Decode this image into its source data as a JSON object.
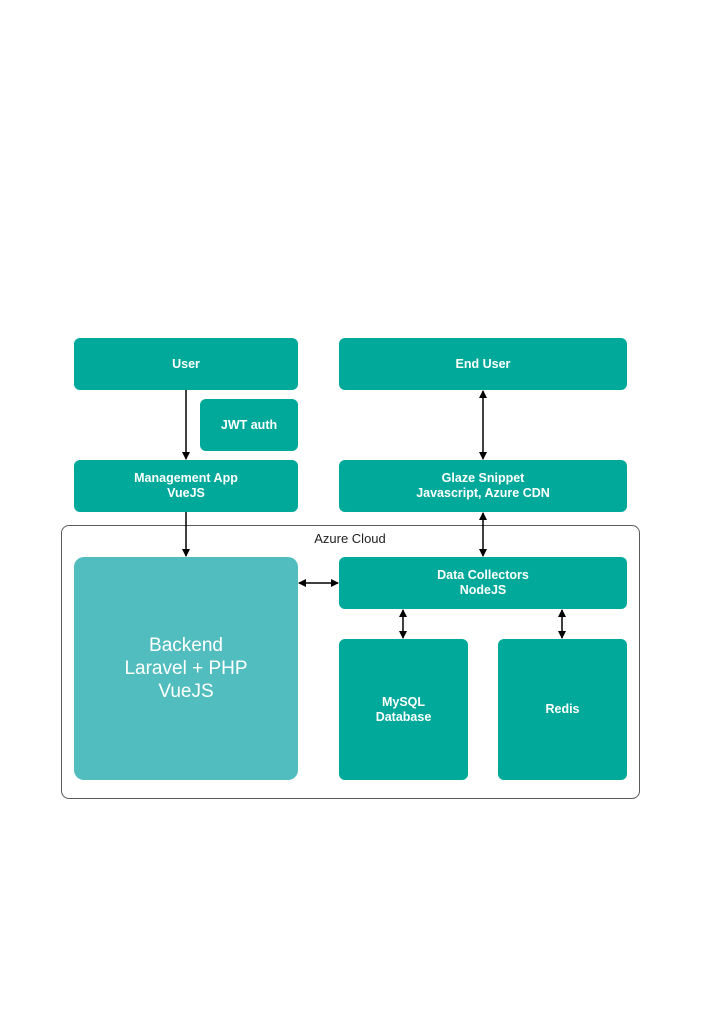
{
  "diagram": {
    "cloud": {
      "label": "Azure Cloud"
    },
    "boxes": {
      "user": {
        "lines": [
          "User"
        ]
      },
      "end_user": {
        "lines": [
          "End User"
        ]
      },
      "jwt_auth": {
        "lines": [
          "JWT auth"
        ]
      },
      "management_app": {
        "lines": [
          "Management App",
          "VueJS"
        ]
      },
      "glaze_snippet": {
        "lines": [
          "Glaze Snippet",
          "Javascript, Azure CDN"
        ]
      },
      "backend": {
        "lines": [
          "Backend",
          "Laravel + PHP",
          "VueJS"
        ]
      },
      "data_collectors": {
        "lines": [
          "Data Collectors",
          "NodeJS"
        ]
      },
      "mysql": {
        "lines": [
          "MySQL",
          "Database"
        ]
      },
      "redis": {
        "lines": [
          "Redis"
        ]
      }
    },
    "colors": {
      "node_fill": "#00A99A",
      "backend_fill": "#52BDBE",
      "text": "#FFFFFF",
      "connector": "#000000",
      "cloud_border": "#5A5A5A"
    }
  }
}
